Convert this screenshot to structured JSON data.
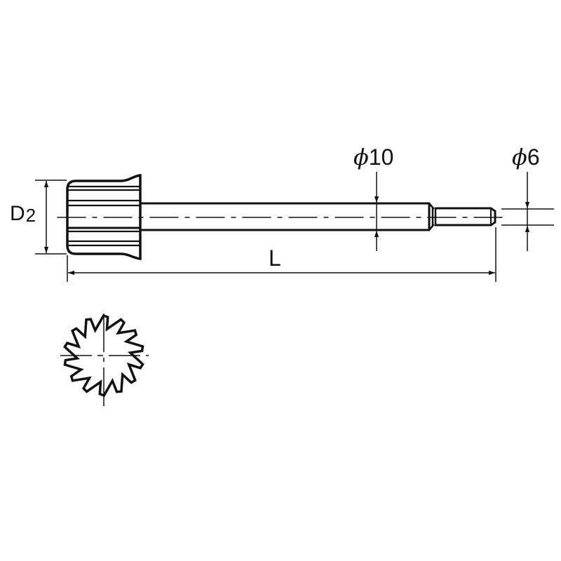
{
  "drawing": {
    "title": "Knurled-head shank tool dimension drawing",
    "colors": {
      "line": "#111111",
      "background": "#ffffff"
    },
    "dimensions": {
      "head_diameter": {
        "symbol": "D",
        "subscript": "2"
      },
      "overall_length": {
        "symbol": "L"
      },
      "shank_diameter": {
        "prefix": "ϕ",
        "value": "10"
      },
      "pilot_diameter": {
        "prefix": "ϕ",
        "value": "6"
      }
    },
    "views": {
      "side_view": {
        "parts": [
          "knurled-head",
          "shank",
          "step",
          "pilot"
        ]
      },
      "end_view": {
        "teeth": 14
      }
    }
  }
}
